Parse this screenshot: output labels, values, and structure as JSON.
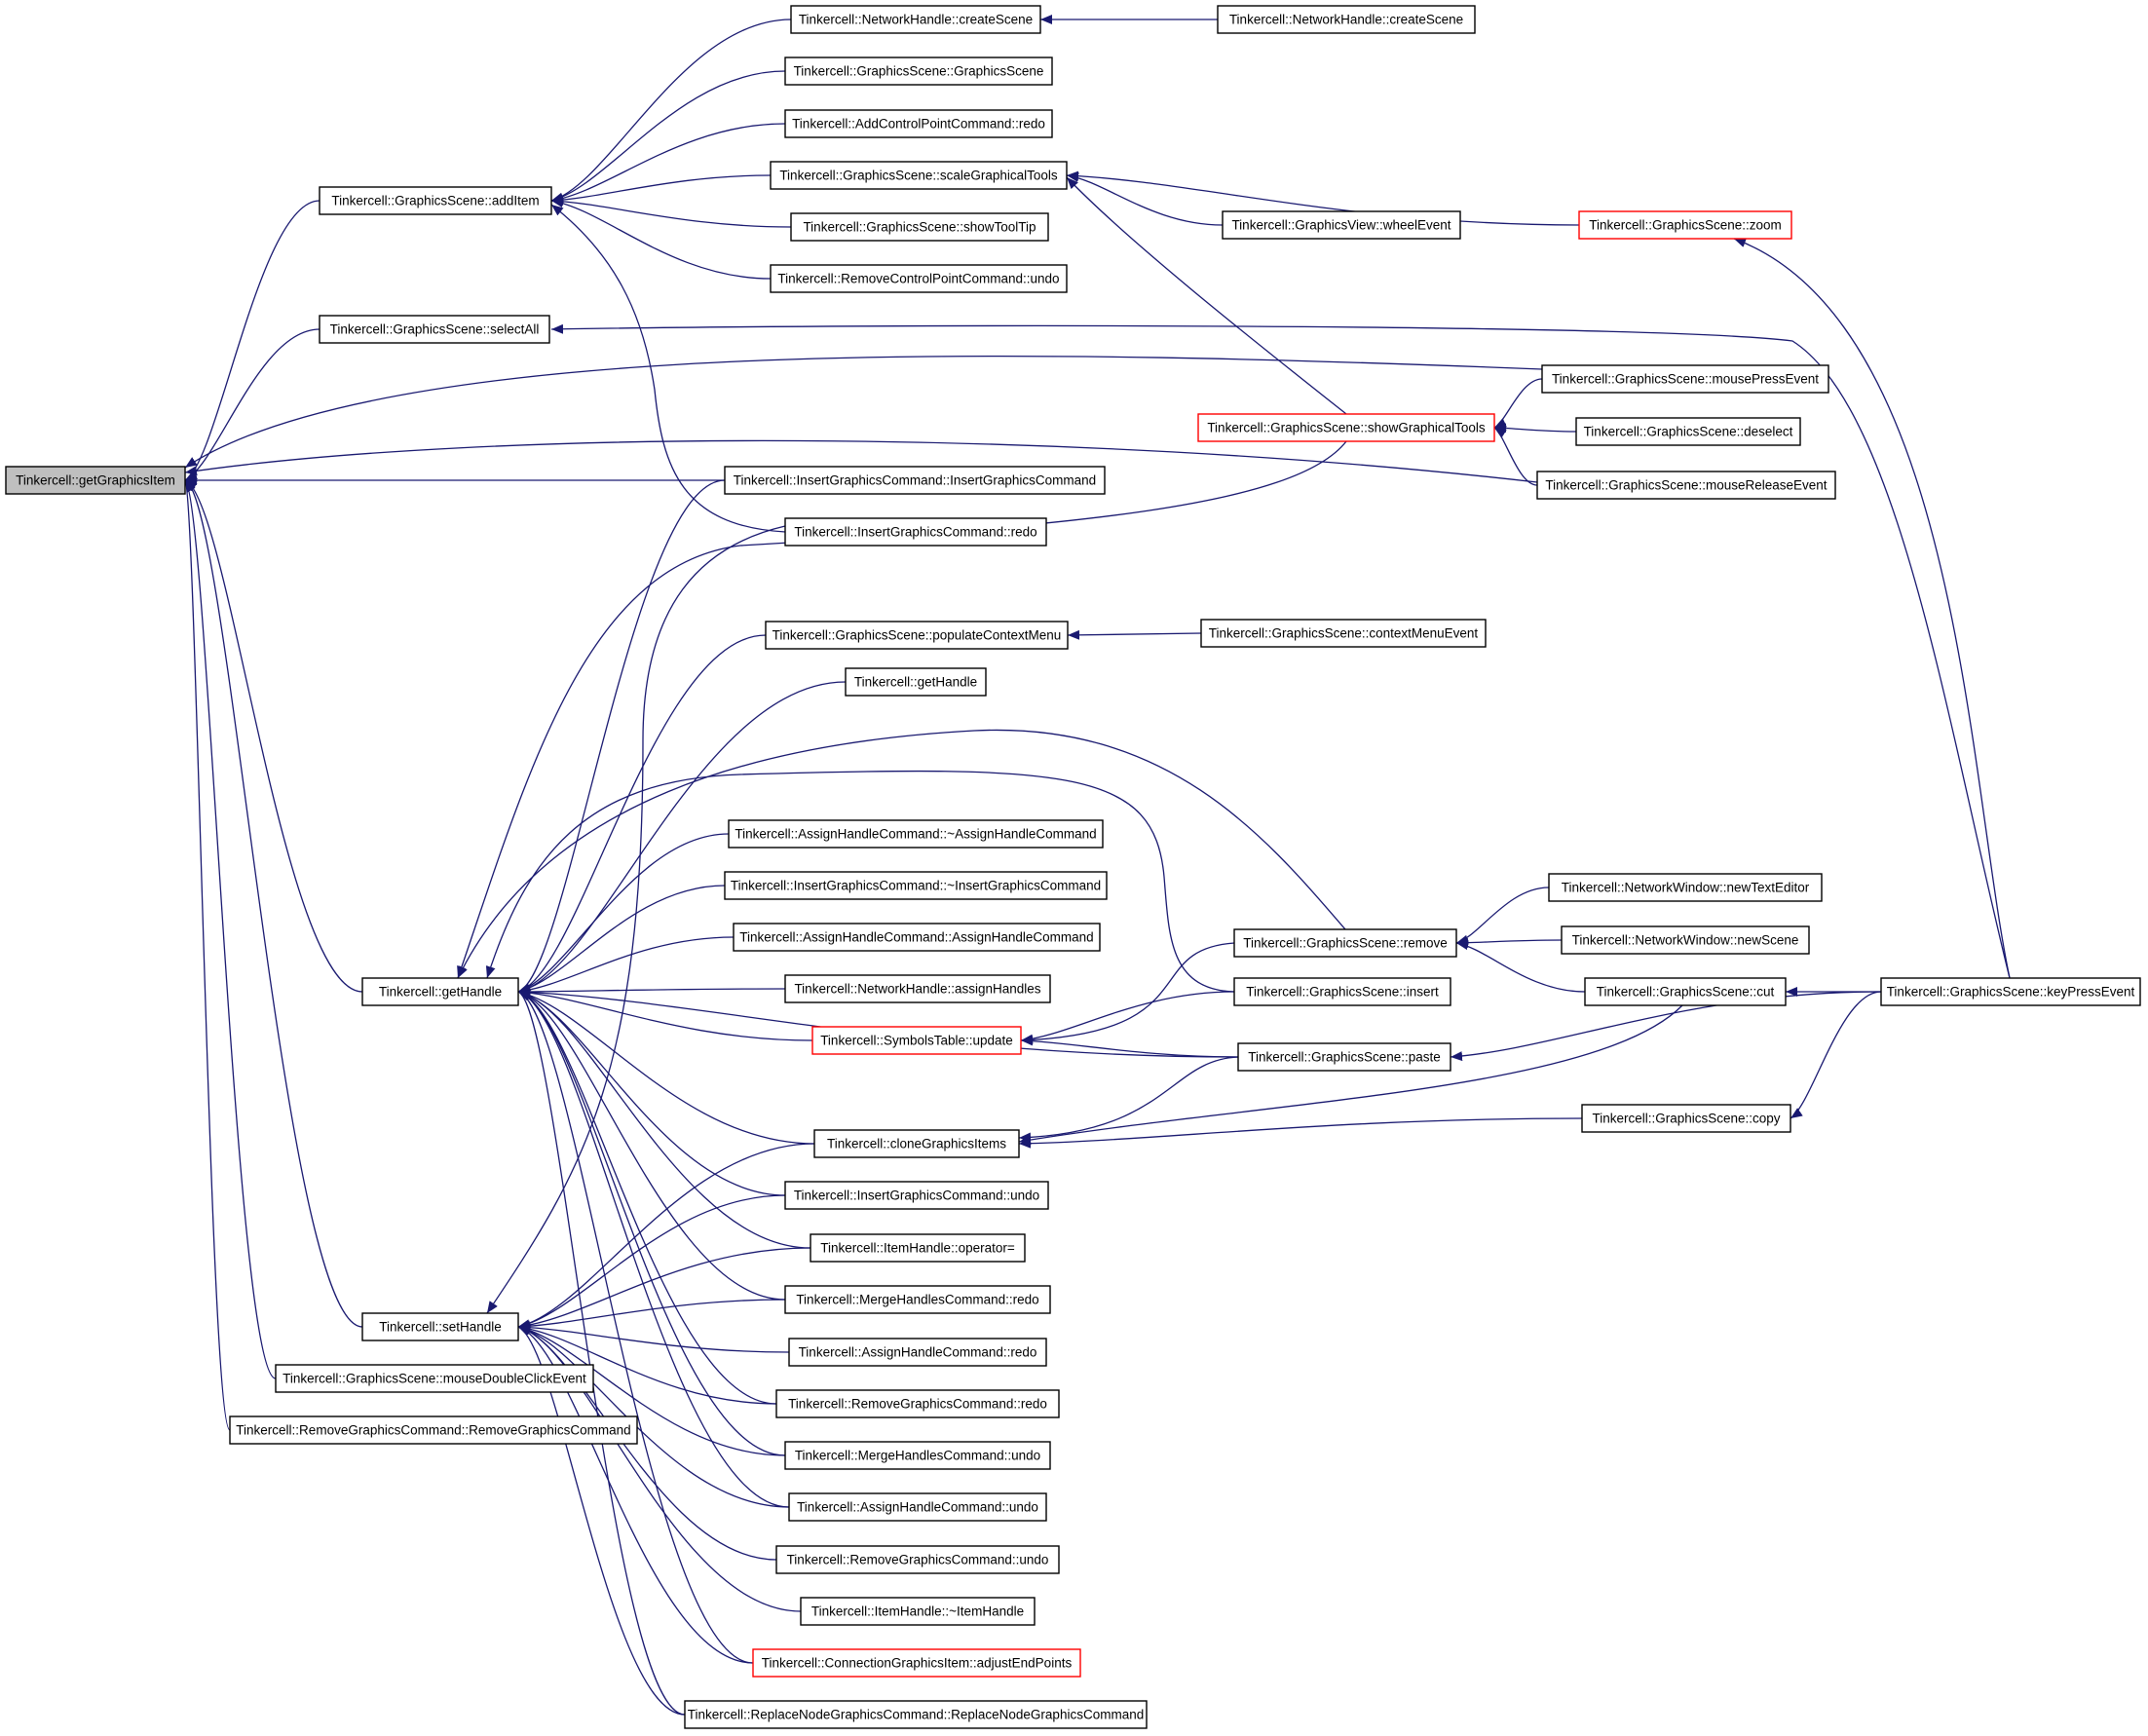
{
  "nodes": [
    {
      "id": "root",
      "label": "Tinkercell::getGraphicsItem",
      "style": "root"
    },
    {
      "id": "addItem",
      "label": "Tinkercell::GraphicsScene::addItem"
    },
    {
      "id": "selectAll",
      "label": "Tinkercell::GraphicsScene::selectAll"
    },
    {
      "id": "getHandle1",
      "label": "Tinkercell::getHandle"
    },
    {
      "id": "setHandle",
      "label": "Tinkercell::setHandle"
    },
    {
      "id": "mouseDbl",
      "label": "Tinkercell::GraphicsScene::mouseDoubleClickEvent"
    },
    {
      "id": "removeGfxCtor",
      "label": "Tinkercell::RemoveGraphicsCommand::RemoveGraphicsCommand"
    },
    {
      "id": "nhCreate1",
      "label": "Tinkercell::NetworkHandle::createScene"
    },
    {
      "id": "gsCtor",
      "label": "Tinkercell::GraphicsScene::GraphicsScene"
    },
    {
      "id": "addCtrlRedo",
      "label": "Tinkercell::AddControlPointCommand::redo"
    },
    {
      "id": "scaleTools",
      "label": "Tinkercell::GraphicsScene::scaleGraphicalTools"
    },
    {
      "id": "showToolTip",
      "label": "Tinkercell::GraphicsScene::showToolTip"
    },
    {
      "id": "removeCtrlUndo",
      "label": "Tinkercell::RemoveControlPointCommand::undo"
    },
    {
      "id": "insGfxCtor",
      "label": "Tinkercell::InsertGraphicsCommand::InsertGraphicsCommand"
    },
    {
      "id": "insGfxRedo",
      "label": "Tinkercell::InsertGraphicsCommand::redo"
    },
    {
      "id": "populateCtx",
      "label": "Tinkercell::GraphicsScene::populateContextMenu"
    },
    {
      "id": "getHandle2",
      "label": "Tinkercell::getHandle"
    },
    {
      "id": "assignDtor",
      "label": "Tinkercell::AssignHandleCommand::~AssignHandleCommand"
    },
    {
      "id": "insGfxDtor",
      "label": "Tinkercell::InsertGraphicsCommand::~InsertGraphicsCommand"
    },
    {
      "id": "assignCtor",
      "label": "Tinkercell::AssignHandleCommand::AssignHandleCommand"
    },
    {
      "id": "nhAssign",
      "label": "Tinkercell::NetworkHandle::assignHandles"
    },
    {
      "id": "symUpdate",
      "label": "Tinkercell::SymbolsTable::update",
      "style": "red"
    },
    {
      "id": "cloneItems",
      "label": "Tinkercell::cloneGraphicsItems"
    },
    {
      "id": "insGfxUndo",
      "label": "Tinkercell::InsertGraphicsCommand::undo"
    },
    {
      "id": "ihAssignOp",
      "label": "Tinkercell::ItemHandle::operator="
    },
    {
      "id": "mergeRedo",
      "label": "Tinkercell::MergeHandlesCommand::redo"
    },
    {
      "id": "assignRedo",
      "label": "Tinkercell::AssignHandleCommand::redo"
    },
    {
      "id": "removeGfxRedo",
      "label": "Tinkercell::RemoveGraphicsCommand::redo"
    },
    {
      "id": "mergeUndo",
      "label": "Tinkercell::MergeHandlesCommand::undo"
    },
    {
      "id": "assignUndo",
      "label": "Tinkercell::AssignHandleCommand::undo"
    },
    {
      "id": "removeGfxUndo",
      "label": "Tinkercell::RemoveGraphicsCommand::undo"
    },
    {
      "id": "ihDtor",
      "label": "Tinkercell::ItemHandle::~ItemHandle"
    },
    {
      "id": "connAdjust",
      "label": "Tinkercell::ConnectionGraphicsItem::adjustEndPoints",
      "style": "red"
    },
    {
      "id": "replaceNodeCtor",
      "label": "Tinkercell::ReplaceNodeGraphicsCommand::ReplaceNodeGraphicsCommand"
    },
    {
      "id": "nhCreate2",
      "label": "Tinkercell::NetworkHandle::createScene"
    },
    {
      "id": "gvWheel",
      "label": "Tinkercell::GraphicsView::wheelEvent"
    },
    {
      "id": "zoom",
      "label": "Tinkercell::GraphicsScene::zoom",
      "style": "red"
    },
    {
      "id": "showGfxTools",
      "label": "Tinkercell::GraphicsScene::showGraphicalTools",
      "style": "red"
    },
    {
      "id": "ctxMenuEvent",
      "label": "Tinkercell::GraphicsScene::contextMenuEvent"
    },
    {
      "id": "gsRemove",
      "label": "Tinkercell::GraphicsScene::remove"
    },
    {
      "id": "gsInsert",
      "label": "Tinkercell::GraphicsScene::insert"
    },
    {
      "id": "gsPaste",
      "label": "Tinkercell::GraphicsScene::paste"
    },
    {
      "id": "mousePress",
      "label": "Tinkercell::GraphicsScene::mousePressEvent"
    },
    {
      "id": "deselect",
      "label": "Tinkercell::GraphicsScene::deselect"
    },
    {
      "id": "mouseRelease",
      "label": "Tinkercell::GraphicsScene::mouseReleaseEvent"
    },
    {
      "id": "nwTextEditor",
      "label": "Tinkercell::NetworkWindow::newTextEditor"
    },
    {
      "id": "nwNewScene",
      "label": "Tinkercell::NetworkWindow::newScene"
    },
    {
      "id": "gsCut",
      "label": "Tinkercell::GraphicsScene::cut"
    },
    {
      "id": "gsCopy",
      "label": "Tinkercell::GraphicsScene::copy"
    },
    {
      "id": "keyPress",
      "label": "Tinkercell::GraphicsScene::keyPressEvent"
    }
  ],
  "edges": [
    [
      "addItem",
      "root"
    ],
    [
      "selectAll",
      "root"
    ],
    [
      "getHandle1",
      "root"
    ],
    [
      "setHandle",
      "root"
    ],
    [
      "mouseDbl",
      "root"
    ],
    [
      "removeGfxCtor",
      "root"
    ],
    [
      "mousePress",
      "root"
    ],
    [
      "mouseRelease",
      "root"
    ],
    [
      "insGfxCtor",
      "root"
    ],
    [
      "nhCreate1",
      "addItem"
    ],
    [
      "gsCtor",
      "addItem"
    ],
    [
      "addCtrlRedo",
      "addItem"
    ],
    [
      "scaleTools",
      "addItem"
    ],
    [
      "showToolTip",
      "addItem"
    ],
    [
      "removeCtrlUndo",
      "addItem"
    ],
    [
      "insGfxRedo",
      "addItem"
    ],
    [
      "nhCreate2",
      "nhCreate1"
    ],
    [
      "gvWheel",
      "scaleTools"
    ],
    [
      "zoom",
      "scaleTools"
    ],
    [
      "showGfxTools",
      "scaleTools"
    ],
    [
      "keyPress",
      "selectAll"
    ],
    [
      "keyPress",
      "zoom"
    ],
    [
      "mousePress",
      "showGfxTools"
    ],
    [
      "deselect",
      "showGfxTools"
    ],
    [
      "mouseRelease",
      "showGfxTools"
    ],
    [
      "ctxMenuEvent",
      "populateCtx"
    ],
    [
      "insGfxCtor",
      "getHandle1"
    ],
    [
      "populateCtx",
      "getHandle1"
    ],
    [
      "getHandle2",
      "getHandle1"
    ],
    [
      "gsRemove",
      "getHandle1"
    ],
    [
      "gsInsert",
      "getHandle1"
    ],
    [
      "assignDtor",
      "getHandle1"
    ],
    [
      "insGfxDtor",
      "getHandle1"
    ],
    [
      "assignCtor",
      "getHandle1"
    ],
    [
      "nhAssign",
      "getHandle1"
    ],
    [
      "symUpdate",
      "getHandle1"
    ],
    [
      "gsPaste",
      "getHandle1"
    ],
    [
      "cloneItems",
      "getHandle1"
    ],
    [
      "insGfxUndo",
      "getHandle1"
    ],
    [
      "ihAssignOp",
      "getHandle1"
    ],
    [
      "mergeRedo",
      "getHandle1"
    ],
    [
      "removeGfxRedo",
      "getHandle1"
    ],
    [
      "mergeUndo",
      "getHandle1"
    ],
    [
      "assignUndo",
      "getHandle1"
    ],
    [
      "connAdjust",
      "getHandle1"
    ],
    [
      "replaceNodeCtor",
      "getHandle1"
    ],
    [
      "showGfxTools",
      "getHandle1"
    ],
    [
      "gsRemove",
      "symUpdate"
    ],
    [
      "gsInsert",
      "symUpdate"
    ],
    [
      "gsPaste",
      "symUpdate"
    ],
    [
      "nwTextEditor",
      "gsRemove"
    ],
    [
      "nwNewScene",
      "gsRemove"
    ],
    [
      "gsCut",
      "gsRemove"
    ],
    [
      "keyPress",
      "gsCut"
    ],
    [
      "keyPress",
      "gsPaste"
    ],
    [
      "keyPress",
      "gsCopy"
    ],
    [
      "gsPaste",
      "cloneItems"
    ],
    [
      "gsCut",
      "cloneItems"
    ],
    [
      "gsCopy",
      "cloneItems"
    ],
    [
      "insGfxRedo",
      "setHandle"
    ],
    [
      "cloneItems",
      "setHandle"
    ],
    [
      "insGfxUndo",
      "setHandle"
    ],
    [
      "ihAssignOp",
      "setHandle"
    ],
    [
      "mergeRedo",
      "setHandle"
    ],
    [
      "assignRedo",
      "setHandle"
    ],
    [
      "removeGfxRedo",
      "setHandle"
    ],
    [
      "mergeUndo",
      "setHandle"
    ],
    [
      "assignUndo",
      "setHandle"
    ],
    [
      "removeGfxUndo",
      "setHandle"
    ],
    [
      "ihDtor",
      "setHandle"
    ],
    [
      "connAdjust",
      "setHandle"
    ],
    [
      "replaceNodeCtor",
      "setHandle"
    ]
  ]
}
